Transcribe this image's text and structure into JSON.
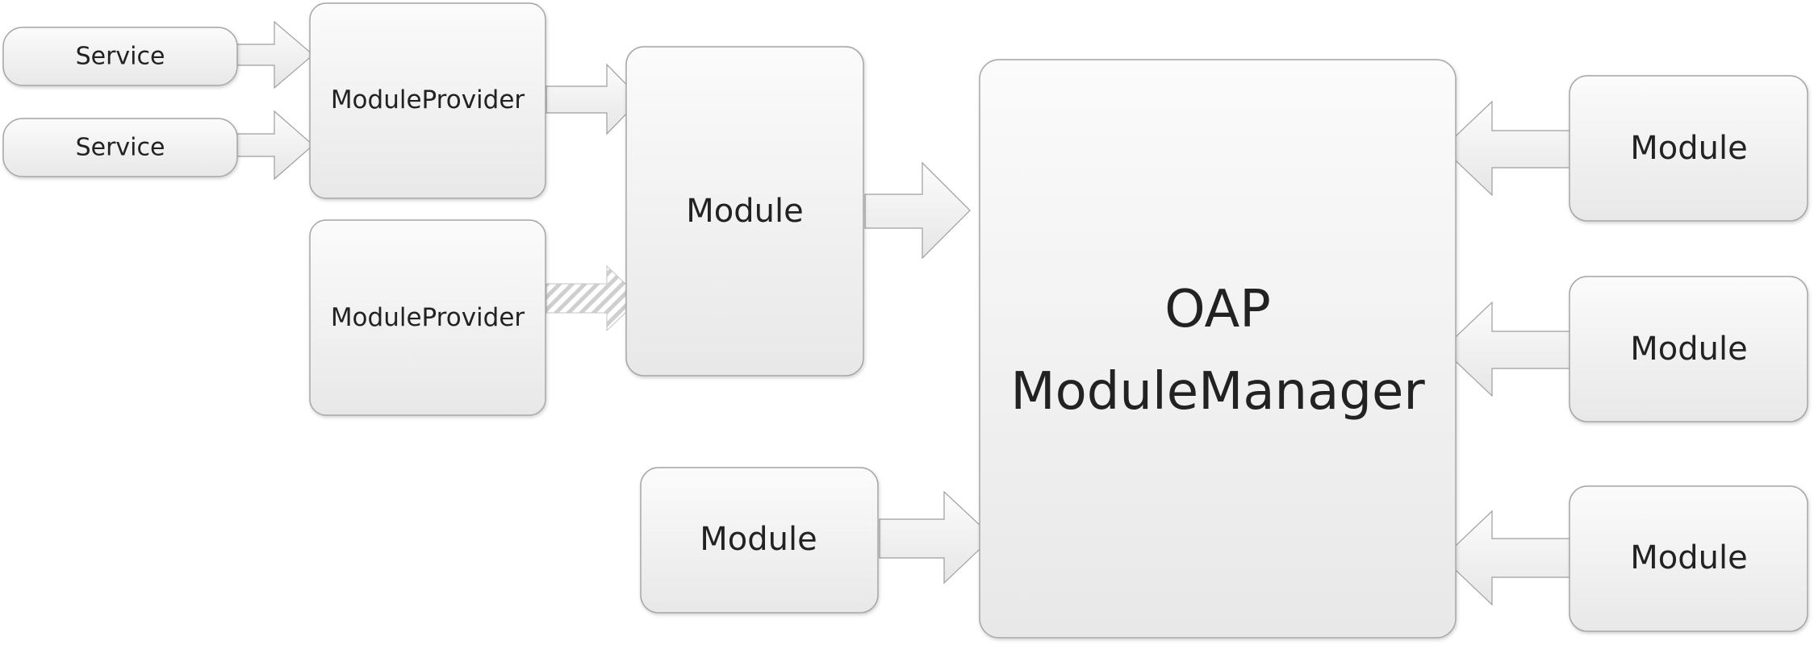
{
  "services": [
    {
      "label": "Service"
    },
    {
      "label": "Service"
    }
  ],
  "providers": [
    {
      "label": "ModuleProvider"
    },
    {
      "label": "ModuleProvider"
    }
  ],
  "modules": {
    "center": "Module",
    "bottom": "Module",
    "right": [
      "Module",
      "Module",
      "Module"
    ]
  },
  "manager": {
    "line1": "OAP",
    "line2": "ModuleManager"
  }
}
